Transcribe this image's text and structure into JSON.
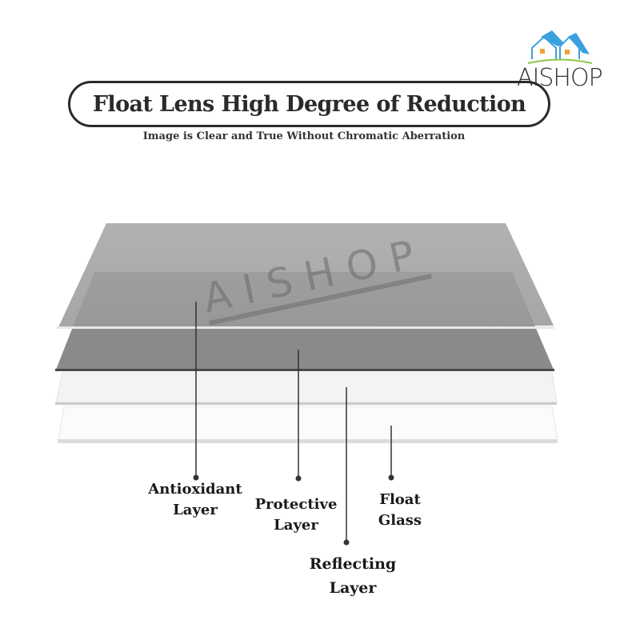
{
  "header": {
    "title": "Float Lens High Degree of Reduction",
    "subtitle": "Image is Clear and True Without Chromatic Aberration"
  },
  "logo": {
    "text": "AISHOP"
  },
  "watermark": "AISHOP",
  "layers": [
    {
      "line1": "Antioxidant",
      "line2": "Layer"
    },
    {
      "line1": "Protective",
      "line2": "Layer"
    },
    {
      "line1": "Reflecting",
      "line2": "Layer"
    },
    {
      "line1": "Float",
      "line2": "Glass"
    }
  ],
  "colors": {
    "roof": "#3aa0e0",
    "window": "#f0a030",
    "grass": "#8cc84b",
    "text": "#1a1a1a"
  }
}
